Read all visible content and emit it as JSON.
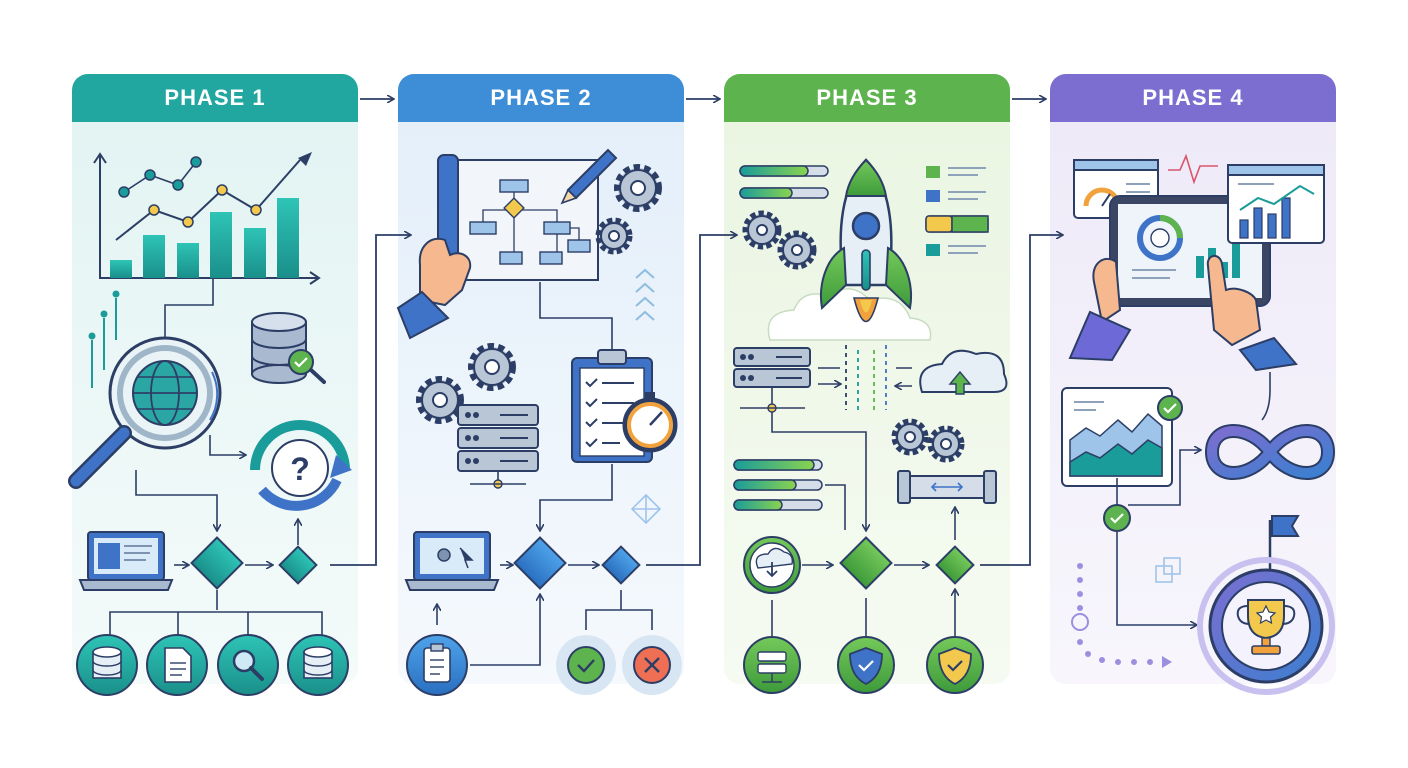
{
  "phases": [
    {
      "label": "PHASE 1",
      "color": "#21a6a0"
    },
    {
      "label": "PHASE 2",
      "color": "#3d8ed6"
    },
    {
      "label": "PHASE 3",
      "color": "#5db34d"
    },
    {
      "label": "PHASE 4",
      "color": "#7c6ed0"
    }
  ],
  "icons": {
    "phase1": [
      "bar-line-chart-icon",
      "globe-search-icon",
      "database-check-icon",
      "question-cycle-icon",
      "laptop-icon",
      "decision-diamond-icon",
      "database-icon",
      "document-icon",
      "magnifier-icon",
      "database-icon"
    ],
    "phase2": [
      "blueprint-flowchart-icon",
      "pencil-icon",
      "gears-icon",
      "clipboard-checklist-icon",
      "stopwatch-icon",
      "server-stack-icon",
      "laptop-settings-icon",
      "decision-diamond-icon",
      "clipboard-icon",
      "check-circle-icon",
      "cross-circle-icon"
    ],
    "phase3": [
      "rocket-launch-icon",
      "progress-bars-icon",
      "gears-icon",
      "server-icon",
      "cloud-upload-icon",
      "pipeline-icon",
      "cloud-download-icon",
      "decision-diamond-icon",
      "server-icon",
      "shield-check-icon",
      "shield-check-icon"
    ],
    "phase4": [
      "tablet-dashboard-icon",
      "gauge-panel-icon",
      "chart-panel-icon",
      "area-chart-icon",
      "infinity-loop-icon",
      "flag-icon",
      "trophy-icon",
      "check-circle-icon"
    ]
  }
}
